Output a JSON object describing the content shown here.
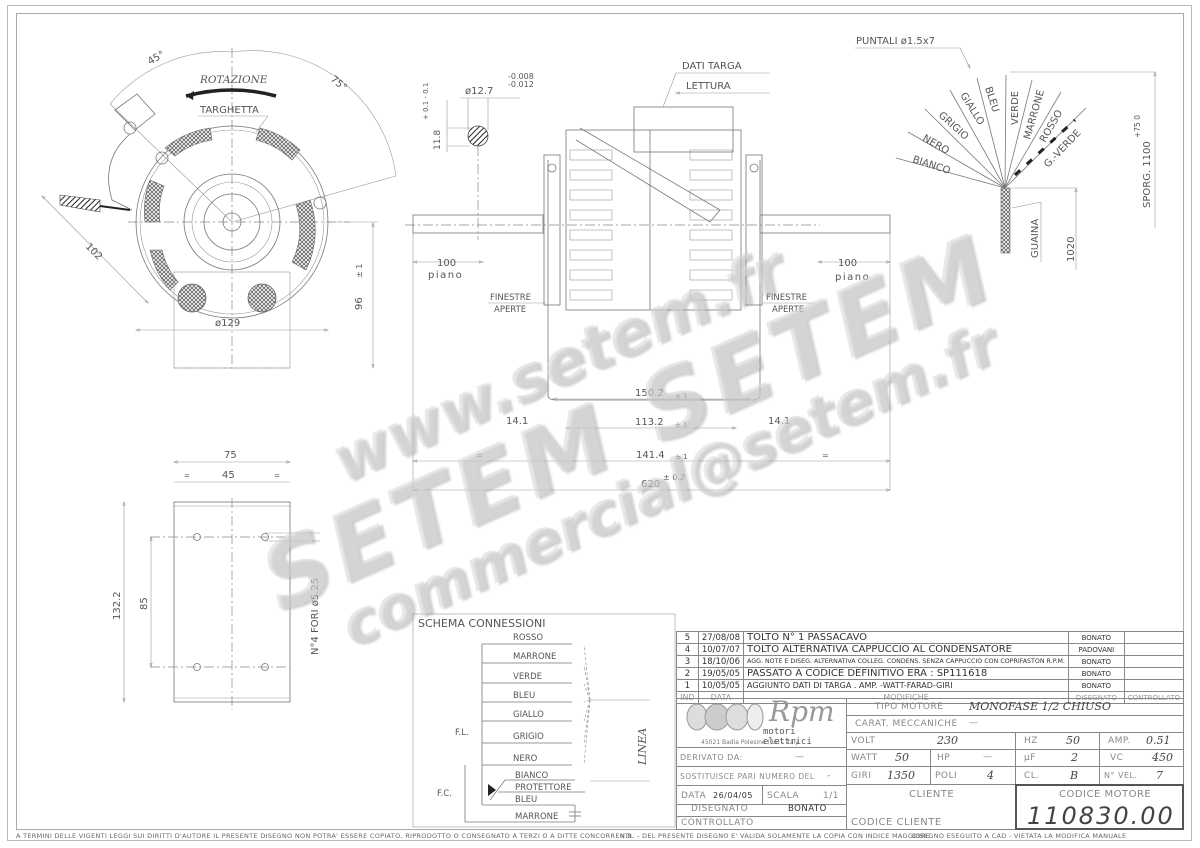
{
  "drawing": {
    "front_view": {
      "angle_left": "45°",
      "angle_right": "75°",
      "rotation_label": "ROTAZIONE",
      "nameplate_label": "TARGHETTA",
      "dim_diag": "102",
      "dim_diameter": "ø129",
      "dim_height": "96",
      "dim_height_tol": "± 1"
    },
    "shaft_detail": {
      "diameter": "ø12.7",
      "tol_upper": "-0.008",
      "tol_lower": "-0.012",
      "flat": "11.8",
      "flat_tol": "+ 0.1 - 0.1"
    },
    "side_view": {
      "nameplate_data": "DATI TARGA",
      "reading": "LETTURA",
      "left_shaft_len": "100",
      "left_shaft_label": "piano",
      "right_shaft_len": "100",
      "right_shaft_label": "piano",
      "windows_left_1": "FINESTRE",
      "windows_left_2": "APERTE",
      "windows_right_1": "FINESTRE",
      "windows_right_2": "APERTE",
      "dim_150": "150.2",
      "dim_113": "113.2",
      "dim_141": "141.4",
      "dim_tol": "± 1",
      "dim_14_left": "14.1",
      "dim_14_right": "14.1",
      "dim_total": "620",
      "dim_total_tol": "± 0.2",
      "eq": "="
    },
    "bracket_view": {
      "width": "75",
      "hole_spacing": "45",
      "height": "132.2",
      "hole_vspacing": "85",
      "holes_note": "N°4 FORI ø5.25",
      "eq": "="
    },
    "leads": {
      "tips_label": "PUNTALI ø1.5x7",
      "wires": [
        "BIANCO",
        "NERO",
        "GRIGIO",
        "GIALLO",
        "BLEU",
        "VERDE",
        "MARRONE",
        "ROSSO",
        "G.-VERDE"
      ],
      "sheath": "GUAINA",
      "length_1020": "1020",
      "protrusion": "SPORG. 1100",
      "protrusion_tol": "+75 0"
    },
    "schema": {
      "title": "SCHEMA CONNESSIONI",
      "wires": [
        "ROSSO",
        "MARRONE",
        "VERDE",
        "BLEU",
        "GIALLO",
        "GRIGIO",
        "NERO"
      ],
      "bottom_wires": [
        "BIANCO",
        "PROTETTORE",
        "BLEU",
        "MARRONE"
      ],
      "fl": "F.L.",
      "fc": "F.C.",
      "line": "LINEA"
    }
  },
  "revisions": {
    "headers": {
      "ind": "IND",
      "data": "DATA",
      "mod": "MODIFICHE",
      "dis": "DISEGNATO",
      "ctrl": "CONTROLLATO"
    },
    "rows": [
      {
        "ind": "5",
        "date": "27/08/08",
        "desc": "TOLTO N° 1 PASSACAVO",
        "by": "BONATO",
        "ctrl": ""
      },
      {
        "ind": "4",
        "date": "10/07/07",
        "desc": "TOLTO ALTERNATIVA CAPPUCCIO AL CONDENSATORE",
        "by": "PADOVANI",
        "ctrl": ""
      },
      {
        "ind": "3",
        "date": "18/10/06",
        "desc": "AGG. NOTE E DISEG. ALTERNATIVA COLLEG. CONDENS. SENZA CAPPUCCIO CON COPRIFASTON R.P.M.",
        "by": "BONATO",
        "ctrl": ""
      },
      {
        "ind": "2",
        "date": "19/05/05",
        "desc": "PASSATO A CODICE DEFINITIVO ERA : SP111618",
        "by": "BONATO",
        "ctrl": ""
      },
      {
        "ind": "1",
        "date": "10/05/05",
        "desc": "AGGIUNTO DATI DI TARGA . AMP. -WATT-FARAD-GIRI",
        "by": "BONATO",
        "ctrl": ""
      }
    ]
  },
  "company": {
    "logo_text": "Rpm",
    "subtitle": "motori elettrici",
    "address": "45021 Badia Polesine (Ro) - Italy"
  },
  "titleblock": {
    "derivato_label": "DERIVATO DA:",
    "derivato_value": "—",
    "sostituisce_label": "SOSTITUISCE PARI NUMERO DEL",
    "sostituisce_value": "-",
    "data_label": "DATA",
    "data_value": "26/04/05",
    "scala_label": "SCALA",
    "scala_value": "1/1",
    "disegnato_label": "DISEGNATO",
    "disegnato_value": "BONATO",
    "controllato_label": "CONTROLLATO",
    "tipo_label": "TIPO MOTORE",
    "tipo_value": "MONOFASE 1/2 CHIUSO",
    "carat_label": "CARAT. MECCANICHE",
    "carat_value": "—",
    "volt_label": "VOLT",
    "volt_value": "230",
    "hz_label": "HZ",
    "hz_value": "50",
    "amp_label": "AMP.",
    "amp_value": "0.51",
    "watt_label": "WATT",
    "watt_value": "50",
    "hp_label": "HP",
    "hp_value": "—",
    "uf_label": "µF",
    "uf_value": "2",
    "vc_label": "VC",
    "vc_value": "450",
    "giri_label": "GIRI",
    "giri_value": "1350",
    "poli_label": "POLI",
    "poli_value": "4",
    "cl_label": "CL.",
    "cl_value": "B",
    "vel_label": "N° VEL.",
    "vel_value": "7",
    "cliente_label": "CLIENTE",
    "codice_cliente_label": "CODICE CLIENTE",
    "codice_motore_label": "CODICE MOTORE",
    "codice_motore_value": "110830.00"
  },
  "footer": {
    "left": "A TERMINI DELLE VIGENTI LEGGI SUI DIRITTI D'AUTORE IL PRESENTE DISEGNO NON POTRA' ESSERE COPIATO, RIPRODOTTO O CONSEGNATO A TERZI O A DITTE CONCORRENTI.",
    "mid": "N.B. - DEL PRESENTE DISEGNO E' VALIDA SOLAMENTE LA COPIA CON INDICE MAGGIORE.",
    "right": "DISEGNO ESEGUITO A CAD - VIETATA LA MODIFICA MANUALE"
  },
  "watermark": {
    "url": "www.setem.fr",
    "brand": "SETEM SETEM",
    "email": "commercial@setem.fr"
  }
}
